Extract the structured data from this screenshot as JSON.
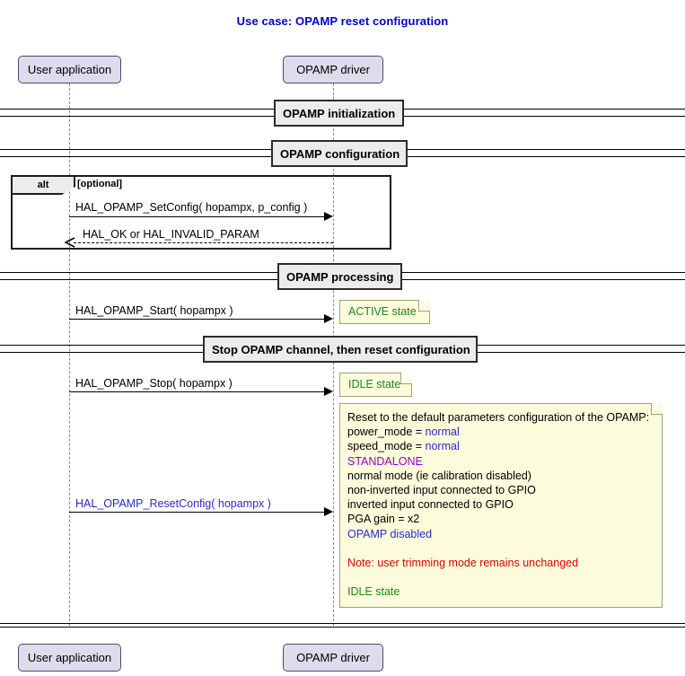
{
  "title": "Use case: OPAMP reset configuration",
  "colors": {
    "title": "#0000d0",
    "participant_fill": "#dcdcec",
    "divider_fill": "#ececec",
    "note_fill": "#fcfcdc",
    "green": "#1a8a1a",
    "blue": "#2a2ad0",
    "purple": "#9400c8",
    "red": "#e00000"
  },
  "participants": [
    {
      "name": "user-application",
      "label": "User application"
    },
    {
      "name": "opamp-driver",
      "label": "OPAMP driver"
    }
  ],
  "participants_bottom": [
    {
      "name": "user-application",
      "label": "User application"
    },
    {
      "name": "opamp-driver",
      "label": "OPAMP driver"
    }
  ],
  "dividers": [
    {
      "name": "opamp-initialization",
      "label": "OPAMP initialization"
    },
    {
      "name": "opamp-configuration",
      "label": "OPAMP configuration"
    },
    {
      "name": "opamp-processing",
      "label": "OPAMP processing"
    },
    {
      "name": "stop-opamp-channel",
      "label": "Stop OPAMP channel, then reset configuration"
    }
  ],
  "alt_fragment": {
    "operator": "alt",
    "guard": "[optional]"
  },
  "messages": [
    {
      "name": "hal-opamp-setconfig",
      "label": "HAL_OPAMP_SetConfig( hopampx, p_config )",
      "style": "solid",
      "direction": "right",
      "color": "black"
    },
    {
      "name": "hal-ok-or-invalid-param",
      "label": "HAL_OK or HAL_INVALID_PARAM",
      "style": "dashed",
      "direction": "left",
      "color": "black"
    },
    {
      "name": "hal-opamp-start",
      "label": "HAL_OPAMP_Start( hopampx )",
      "style": "solid",
      "direction": "right",
      "color": "black"
    },
    {
      "name": "hal-opamp-stop",
      "label": "HAL_OPAMP_Stop( hopampx )",
      "style": "solid",
      "direction": "right",
      "color": "black"
    },
    {
      "name": "hal-opamp-resetconfig",
      "label": "HAL_OPAMP_ResetConfig( hopampx )",
      "style": "solid",
      "direction": "right",
      "color": "blue"
    }
  ],
  "notes": {
    "active_state": "ACTIVE state",
    "idle_state": "IDLE state",
    "reset_note": {
      "lines": [
        {
          "text": "Reset to the default parameters configuration of the OPAMP:",
          "color": "black"
        },
        {
          "text": "power_mode =  normal",
          "color": "mixed-blue-value",
          "prefix": "power_mode = ",
          "value": "normal"
        },
        {
          "text": "speed_mode =  normal",
          "color": "mixed-blue-value",
          "prefix": "speed_mode = ",
          "value": "normal"
        },
        {
          "text": "STANDALONE",
          "color": "purple"
        },
        {
          "text": "normal mode (ie calibration disabled)",
          "color": "black"
        },
        {
          "text": "non-inverted input connected to GPIO",
          "color": "black"
        },
        {
          "text": "inverted input connected to GPIO",
          "color": "black"
        },
        {
          "text": "PGA gain = x2",
          "color": "black"
        },
        {
          "text": "OPAMP disabled",
          "color": "blue"
        },
        {
          "text": "",
          "color": "black"
        },
        {
          "text": "Note: user trimming mode remains unchanged",
          "color": "red"
        },
        {
          "text": "",
          "color": "black"
        },
        {
          "text": "IDLE state",
          "color": "green"
        }
      ]
    }
  }
}
